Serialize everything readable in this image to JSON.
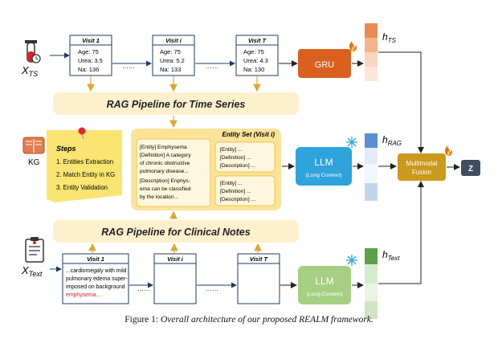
{
  "inputs": {
    "ts_label": "X",
    "ts_sub": "TS",
    "kg_label": "KG",
    "text_label": "X",
    "text_sub": "Text"
  },
  "visits_ts": [
    {
      "title": "Visit 1",
      "lines": [
        "Age: 75",
        "Urea: 3.5",
        "Na: 136"
      ]
    },
    {
      "title": "Visit i",
      "lines": [
        "Age: 75",
        "Urea: 5.2",
        "Na: 133"
      ]
    },
    {
      "title": "Visit T",
      "lines": [
        "Age: 75",
        "Urea: 4.3",
        "Na: 130"
      ]
    }
  ],
  "ellipsis": "……",
  "rag_ts_label": "RAG Pipeline for Time Series",
  "rag_notes_label": "RAG Pipeline for Clinical Notes",
  "steps": {
    "title": "Steps",
    "items": [
      "1. Entities Extraction",
      "2. Match Entity in KG",
      "3. Entity Validation"
    ]
  },
  "entity_set": {
    "title": "Entity Set (Visit i)",
    "left_lines": [
      "[Entity] Emphysema",
      "[Definition] A category",
      "of chronic obstructive",
      "pulmonary disease...",
      "[Description] Enphys-",
      "ema can be classified",
      "by the location..."
    ],
    "right_top_lines": [
      "[Entity] ...",
      "[Definition] ...",
      "[Description] ..."
    ],
    "right_bottom_lines": [
      "[Entity] ...",
      "[Definition] ...",
      "[Description] ..."
    ]
  },
  "visits_text": [
    {
      "title": "Visit 1",
      "lines": [
        "...cardiomegaly with mild",
        "pulmonary edema super-",
        "imposed on background"
      ],
      "highlight": "emphysema",
      "highlight_tail": "..."
    },
    {
      "title": "Visit i"
    },
    {
      "title": "Visit T"
    }
  ],
  "models": {
    "gru": "GRU",
    "llm_top": "LLM",
    "llm_top_sub": "(Long Context)",
    "llm_bottom": "LLM",
    "llm_bottom_sub": "(Long Context)",
    "fusion_line1": "Multimodal",
    "fusion_line2": "Fusion",
    "output": "Z"
  },
  "embeddings": {
    "ts_label": "h",
    "ts_sub": "TS",
    "rag_label": "h",
    "rag_sub": "RAG",
    "text_label": "h",
    "text_sub": "Text"
  },
  "caption": {
    "lead": "Figure 1: ",
    "body": "Overall architecture of our proposed REALM framework."
  },
  "colors": {
    "gru": "#d9601e",
    "llm_blue": "#2ea3dc",
    "llm_green": "#a6cf84",
    "fusion": "#c99a1c",
    "output": "#3f4f5f",
    "pipeline": "#fdf0cc",
    "sticky": "#fae572",
    "entity_bg": "#fbe49a",
    "arrow": "#e0a72e",
    "visit_border": "#1f3863",
    "highlight": "#e02020"
  },
  "icons": [
    "test-tube-icon",
    "book-icon",
    "clipboard-icon",
    "fire-icon",
    "snowflake-icon",
    "pushpin-icon"
  ]
}
